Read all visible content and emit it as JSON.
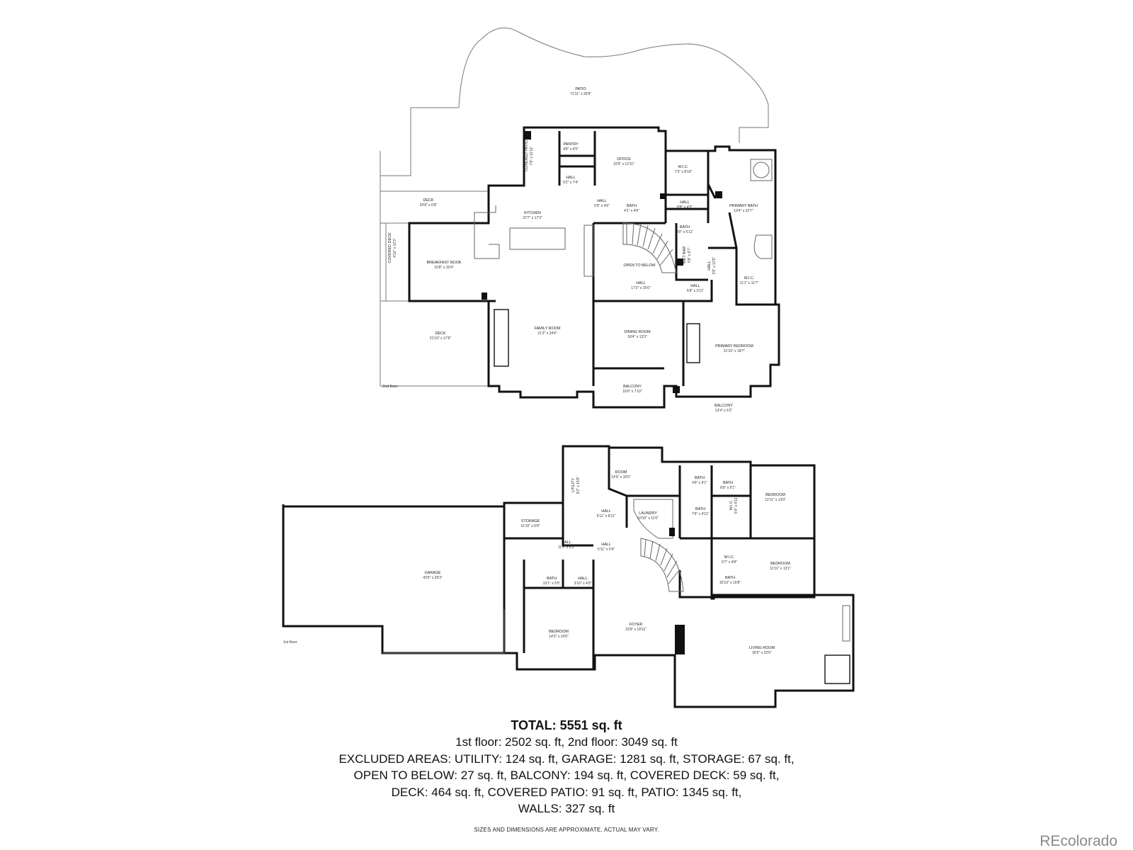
{
  "floors": [
    {
      "key": "second",
      "label": "2nd floor",
      "rooms": [
        {
          "name": "PATIO",
          "dim": "71'11\" x 33'8\""
        },
        {
          "name": "COVERED PATIO",
          "dim": "7'8\" x 11'11\""
        },
        {
          "name": "PANTRY",
          "dim": "4'8\" x 6'5\""
        },
        {
          "name": "OFFICE",
          "dim": "15'5\" x 12'11\""
        },
        {
          "name": "W.I.C.",
          "dim": "7'3\" x 8'10\""
        },
        {
          "name": "HALL",
          "dim": "5'2\" x 7'4\""
        },
        {
          "name": "DECK",
          "dim": "20'8\" x 6'8\""
        },
        {
          "name": "HALL",
          "dim": "6'9\" x 4'6\""
        },
        {
          "name": "BATH",
          "dim": "4'1\" x 4'6\""
        },
        {
          "name": "HALL",
          "dim": "8'8\" x 4'3\""
        },
        {
          "name": "PRIMARY BATH",
          "dim": "13'4\" x 22'7\""
        },
        {
          "name": "KITCHEN",
          "dim": "22'7\" x 17'3\""
        },
        {
          "name": "BATH",
          "dim": "8'9\" x 5'11\""
        },
        {
          "name": "COVERED DECK",
          "dim": "4'10\" x 12'3\""
        },
        {
          "name": "BREAKFAST NOOK",
          "dim": "15'8\" x 15'4\""
        },
        {
          "name": "OPEN TO BELOW",
          "dim": ""
        },
        {
          "name": "WET BAR",
          "dim": "5'8\" x 5'7\""
        },
        {
          "name": "HALL",
          "dim": "3'8\" x 12'5\""
        },
        {
          "name": "W.I.C.",
          "dim": "11'1\" x 11'7\""
        },
        {
          "name": "HALL",
          "dim": "17'2\" x 15'6\""
        },
        {
          "name": "HALL",
          "dim": "5'8\" x 3'11\""
        },
        {
          "name": "DECK",
          "dim": "21'10\" x 17'9\""
        },
        {
          "name": "FAMILY ROOM",
          "dim": "21'3\" x 24'6\""
        },
        {
          "name": "DINING ROOM",
          "dim": "18'4\" x 13'3\""
        },
        {
          "name": "PRIMARY BEDROOM",
          "dim": "21'10\" x 18'7\""
        },
        {
          "name": "BALCONY",
          "dim": "16'0\" x 7'10\""
        },
        {
          "name": "BALCONY",
          "dim": "13'4\" x 5'2\""
        }
      ]
    },
    {
      "key": "first",
      "label": "1st floor",
      "rooms": [
        {
          "name": "ROOM",
          "dim": "14'0\" x 10'6\""
        },
        {
          "name": "UTILITY",
          "dim": "9'2\" x 15'9\""
        },
        {
          "name": "BATH",
          "dim": "4'9\" x 9'1\""
        },
        {
          "name": "BATH",
          "dim": "8'9\" x 5'1\""
        },
        {
          "name": "BEDROOM",
          "dim": "12'11\" x 13'0\""
        },
        {
          "name": "HALL",
          "dim": "5'11\" x 8'11\""
        },
        {
          "name": "LAUNDRY",
          "dim": "10'10\" x 11'6\""
        },
        {
          "name": "BATH",
          "dim": "7'9\" x 4'11\""
        },
        {
          "name": "W.I.C.",
          "dim": "5'4\" x 4'11\""
        },
        {
          "name": "STORAGE",
          "dim": "11'10\" x 5'8\""
        },
        {
          "name": "HALL",
          "dim": "11'5\" x 8'3\""
        },
        {
          "name": "HALL",
          "dim": "5'11\" x 5'4\""
        },
        {
          "name": "W.I.C.",
          "dim": "6'7\" x 4'8\""
        },
        {
          "name": "BEDROOM",
          "dim": "12'11\" x 13'1\""
        },
        {
          "name": "GARAGE",
          "dim": "43'9\" x 29'3\""
        },
        {
          "name": "BATH",
          "dim": "10'1\" x 5'5\""
        },
        {
          "name": "HALL",
          "dim": "3'10\" x 4'0\""
        },
        {
          "name": "BATH",
          "dim": "15'10\" x 15'8\""
        },
        {
          "name": "FOYER",
          "dim": "23'9\" x 18'11\""
        },
        {
          "name": "BEDROOM",
          "dim": "14'3\" x 14'0\""
        },
        {
          "name": "LIVING ROOM",
          "dim": "35'5\" x 22'0\""
        }
      ]
    }
  ],
  "summary": {
    "total": "TOTAL: 5551 sq. ft",
    "lines": [
      "1st floor: 2502 sq. ft, 2nd floor: 3049 sq. ft",
      "EXCLUDED AREAS: UTILITY: 124 sq. ft, GARAGE: 1281 sq. ft, STORAGE: 67 sq. ft,",
      "OPEN TO BELOW: 27 sq. ft, BALCONY: 194 sq. ft, COVERED DECK: 59 sq. ft,",
      "DECK: 464 sq. ft, COVERED PATIO: 91 sq. ft, PATIO: 1345 sq. ft,",
      "WALLS: 327 sq. ft"
    ]
  },
  "disclaimer": "SIZES AND DIMENSIONS ARE APPROXIMATE, ACTUAL MAY VARY.",
  "brand": "REcolorado"
}
